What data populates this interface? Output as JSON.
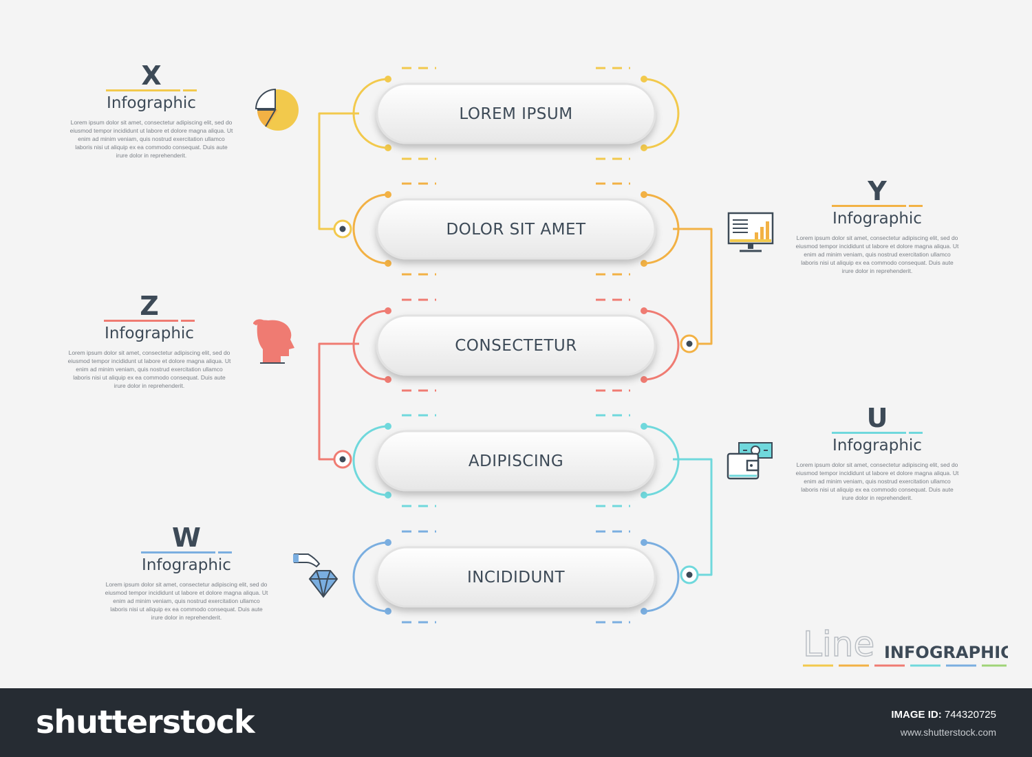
{
  "colors": {
    "yellow": "#f2c94c",
    "orange": "#f2b144",
    "red": "#ef7b72",
    "cyan": "#6fd8dc",
    "blue": "#7aaee0",
    "text": "#3d4a57",
    "footer_bg": "#262c33"
  },
  "steps": [
    {
      "label": "LOREM IPSUM",
      "color": "#f2c94c"
    },
    {
      "label": "DOLOR SIT AMET",
      "color": "#f2b144"
    },
    {
      "label": "CONSECTETUR",
      "color": "#ef7b72"
    },
    {
      "label": "ADIPISCING",
      "color": "#6fd8dc"
    },
    {
      "label": "INCIDIDUNT",
      "color": "#7aaee0"
    }
  ],
  "blocks": [
    {
      "letter": "X",
      "title": "Infographic",
      "color": "#f2c94c",
      "icon": "pie-chart-icon",
      "body": "Lorem ipsum dolor sit amet, consectetur adipiscing elit, sed do eiusmod tempor incididunt ut labore et dolore magna aliqua. Ut enim ad minim veniam, quis nostrud exercitation ullamco laboris nisi ut aliquip ex ea commodo consequat. Duis aute irure dolor in reprehenderit."
    },
    {
      "letter": "Y",
      "title": "Infographic",
      "color": "#f2b144",
      "icon": "monitor-chart-icon",
      "body": "Lorem ipsum dolor sit amet, consectetur adipiscing elit, sed do eiusmod tempor incididunt ut labore et dolore magna aliqua. Ut enim ad minim veniam, quis nostrud exercitation ullamco laboris nisi ut aliquip ex ea commodo consequat. Duis aute irure dolor in reprehenderit."
    },
    {
      "letter": "Z",
      "title": "Infographic",
      "color": "#ef7b72",
      "icon": "head-profile-icon",
      "body": "Lorem ipsum dolor sit amet, consectetur adipiscing elit, sed do eiusmod tempor incididunt ut labore et dolore magna aliqua. Ut enim ad minim veniam, quis nostrud exercitation ullamco laboris nisi ut aliquip ex ea commodo consequat. Duis aute irure dolor in reprehenderit."
    },
    {
      "letter": "U",
      "title": "Infographic",
      "color": "#6fd8dc",
      "icon": "wallet-money-icon",
      "body": "Lorem ipsum dolor sit amet, consectetur adipiscing elit, sed do eiusmod tempor incididunt ut labore et dolore magna aliqua. Ut enim ad minim veniam, quis nostrud exercitation ullamco laboris nisi ut aliquip ex ea commodo consequat. Duis aute irure dolor in reprehenderit."
    },
    {
      "letter": "W",
      "title": "Infographic",
      "color": "#7aaee0",
      "icon": "hand-diamond-icon",
      "body": "Lorem ipsum dolor sit amet, consectetur adipiscing elit, sed do eiusmod tempor incididunt ut labore et dolore magna aliqua. Ut enim ad minim veniam, quis nostrud exercitation ullamco laboris nisi ut aliquip ex ea commodo consequat. Duis aute irure dolor in reprehenderit."
    }
  ],
  "brand": {
    "line": "Line",
    "word": "INFOGRAPHIC"
  },
  "footer": {
    "logo": "shutterstock",
    "image_id_label": "IMAGE ID:",
    "image_id": "744320725",
    "url": "www.shutterstock.com"
  }
}
